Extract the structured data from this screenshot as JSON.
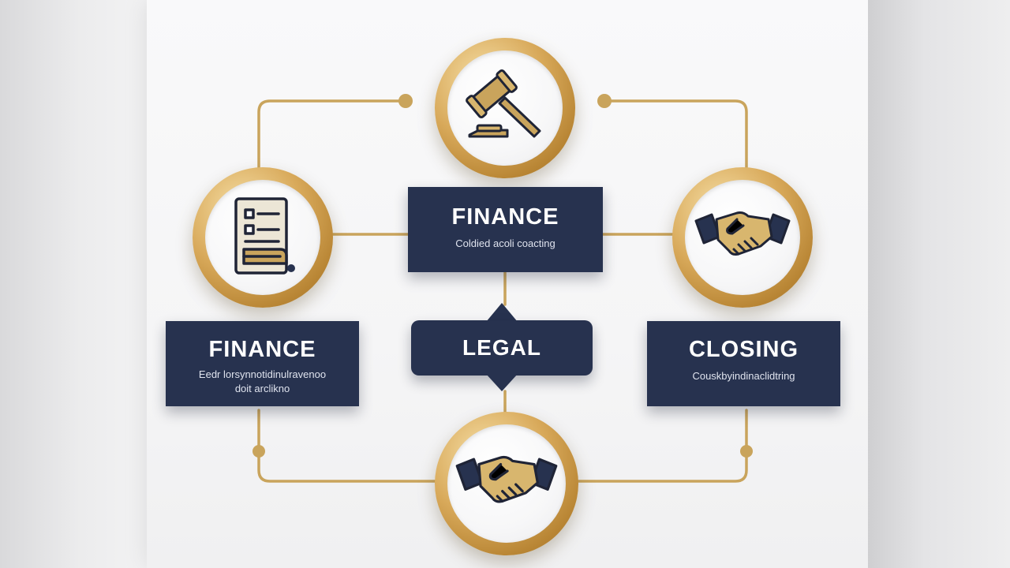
{
  "colors": {
    "navy": "#27324f",
    "gold": "#c9a45c",
    "paper": "#f6f6f7"
  },
  "nodes": [
    {
      "id": "top",
      "icon": "gavel-icon"
    },
    {
      "id": "left",
      "icon": "document-icon"
    },
    {
      "id": "right",
      "icon": "handshake-icon"
    },
    {
      "id": "bottom",
      "icon": "handshake-icon"
    }
  ],
  "boxes": {
    "center_top": {
      "title": "FINANCE",
      "subtitle": "Coldied acoli coacting"
    },
    "left": {
      "title": "FINANCE",
      "subtitle_line1": "Eedr lorsynnotidinulravenoo",
      "subtitle_line2": "doit arclikno"
    },
    "center": {
      "title": "LEGAL"
    },
    "right": {
      "title": "CLOSING",
      "subtitle": "Couskbyindinaclidtring"
    }
  }
}
